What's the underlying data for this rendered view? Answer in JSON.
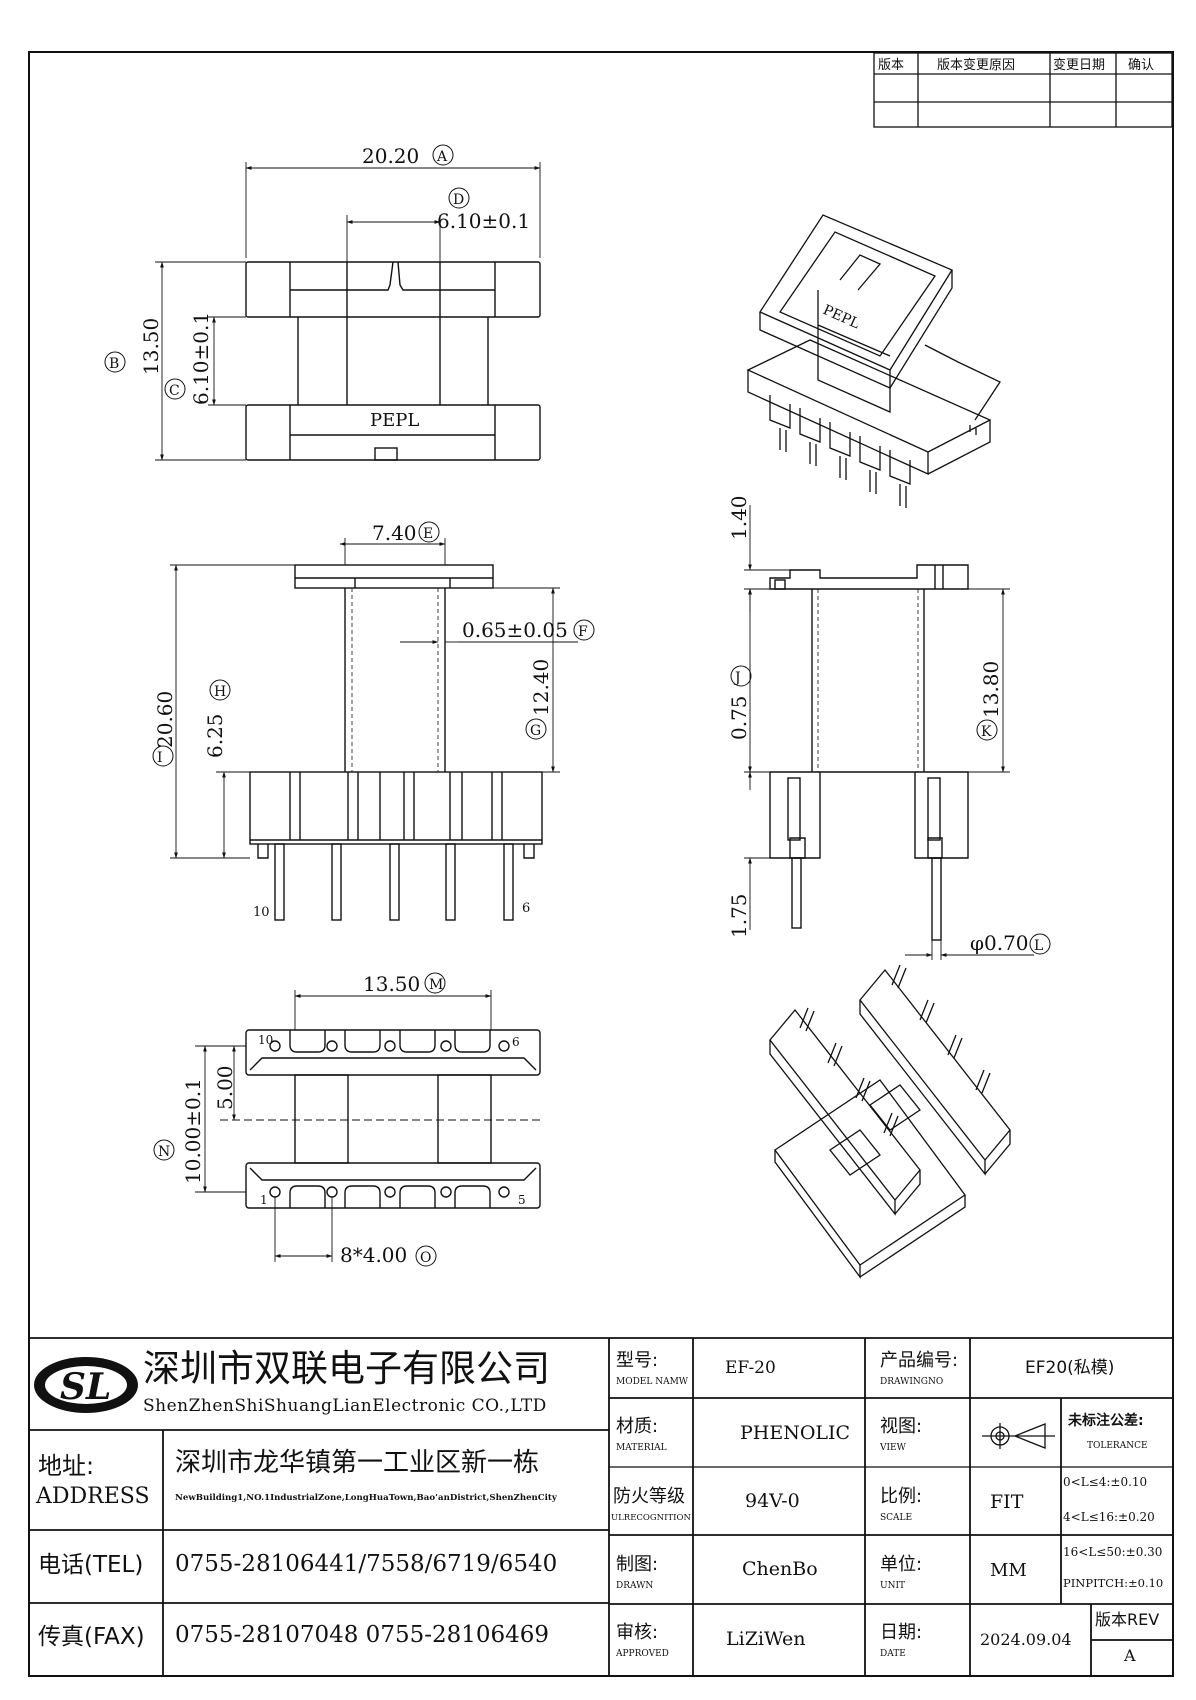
{
  "revision_table": {
    "headers": [
      "版本",
      "版本变更原因",
      "变更日期",
      "确认"
    ]
  },
  "dimensions": {
    "A": "20.20",
    "D": "6.10±0.1",
    "B": "13.50",
    "C": "6.10±0.1",
    "E": "7.40",
    "F": "0.65±0.05",
    "G": "12.40",
    "H": "6.25",
    "I": "20.60",
    "side_top": "1.40",
    "J": "0.75",
    "K": "13.80",
    "side_bottom": "1.75",
    "L": "φ0.70",
    "M": "13.50",
    "N": "10.00±0.1",
    "half": "5.00",
    "O": "8*4.00"
  },
  "circle_labels": {
    "A": "A",
    "B": "B",
    "C": "C",
    "D": "D",
    "E": "E",
    "F": "F",
    "G": "G",
    "H": "H",
    "I": "I",
    "J": "J",
    "K": "K",
    "L": "L",
    "M": "M",
    "N": "N",
    "O": "O"
  },
  "marks": {
    "body_text": "PEPL",
    "iso_text": "PEPL"
  },
  "pins": {
    "front_left": "10",
    "front_right": "6",
    "bottom_top_left": "10",
    "bottom_top_right": "6",
    "bottom_bottom_left": "1",
    "bottom_bottom_right": "5"
  },
  "company": {
    "logo": "SL",
    "name_cn": "深圳市双联电子有限公司",
    "name_en": "ShenZhenShiShuangLianElectronic CO.,LTD",
    "address_label_cn": "地址:",
    "address_label_en": "ADDRESS",
    "address_cn": "深圳市龙华镇第一工业区新一栋",
    "address_en": "NewBuilding1,NO.1IndustrialZone,LongHuaTown,Bao’anDistrict,ShenZhenCity",
    "tel_label": "电话(TEL)",
    "tel": "0755-28106441/7558/6719/6540",
    "fax_label": "传真(FAX)",
    "fax": "0755-28107048  0755-28106469"
  },
  "title_block": {
    "model_label_cn": "型号:",
    "model_label_en": "MODEL NAMW",
    "model": "EF-20",
    "drawing_no_label_cn": "产品编号:",
    "drawing_no_label_en": "DRAWINGNO",
    "drawing_no": "EF20(私模)",
    "material_label_cn": "材质:",
    "material_label_en": "MATERIAL",
    "material": "PHENOLIC",
    "view_label_cn": "视图:",
    "view_label_en": "VIEW",
    "tolerance_label_cn": "未标注公差:",
    "tolerance_label_en": "TOLERANCE",
    "tolerances": [
      "0<L≤4:±0.10",
      "4<L≤16:±0.20",
      "16<L≤50:±0.30",
      "PINPITCH:±0.10"
    ],
    "fire_label_cn": "防火等级",
    "fire_label_en": "ULRECOGNITION",
    "fire": "94V-0",
    "scale_label_cn": "比例:",
    "scale_label_en": "SCALE",
    "scale": "FIT",
    "drawn_label_cn": "制图:",
    "drawn_label_en": "DRAWN",
    "drawn": "ChenBo",
    "unit_label_cn": "单位:",
    "unit_label_en": "UNIT",
    "unit": "MM",
    "approved_label_cn": "审核:",
    "approved_label_en": "APPROVED",
    "approved": "LiZiWen",
    "date_label_cn": "日期:",
    "date_label_en": "DATE",
    "date": "2024.09.04",
    "rev_label": "版本REV",
    "rev": "A"
  }
}
